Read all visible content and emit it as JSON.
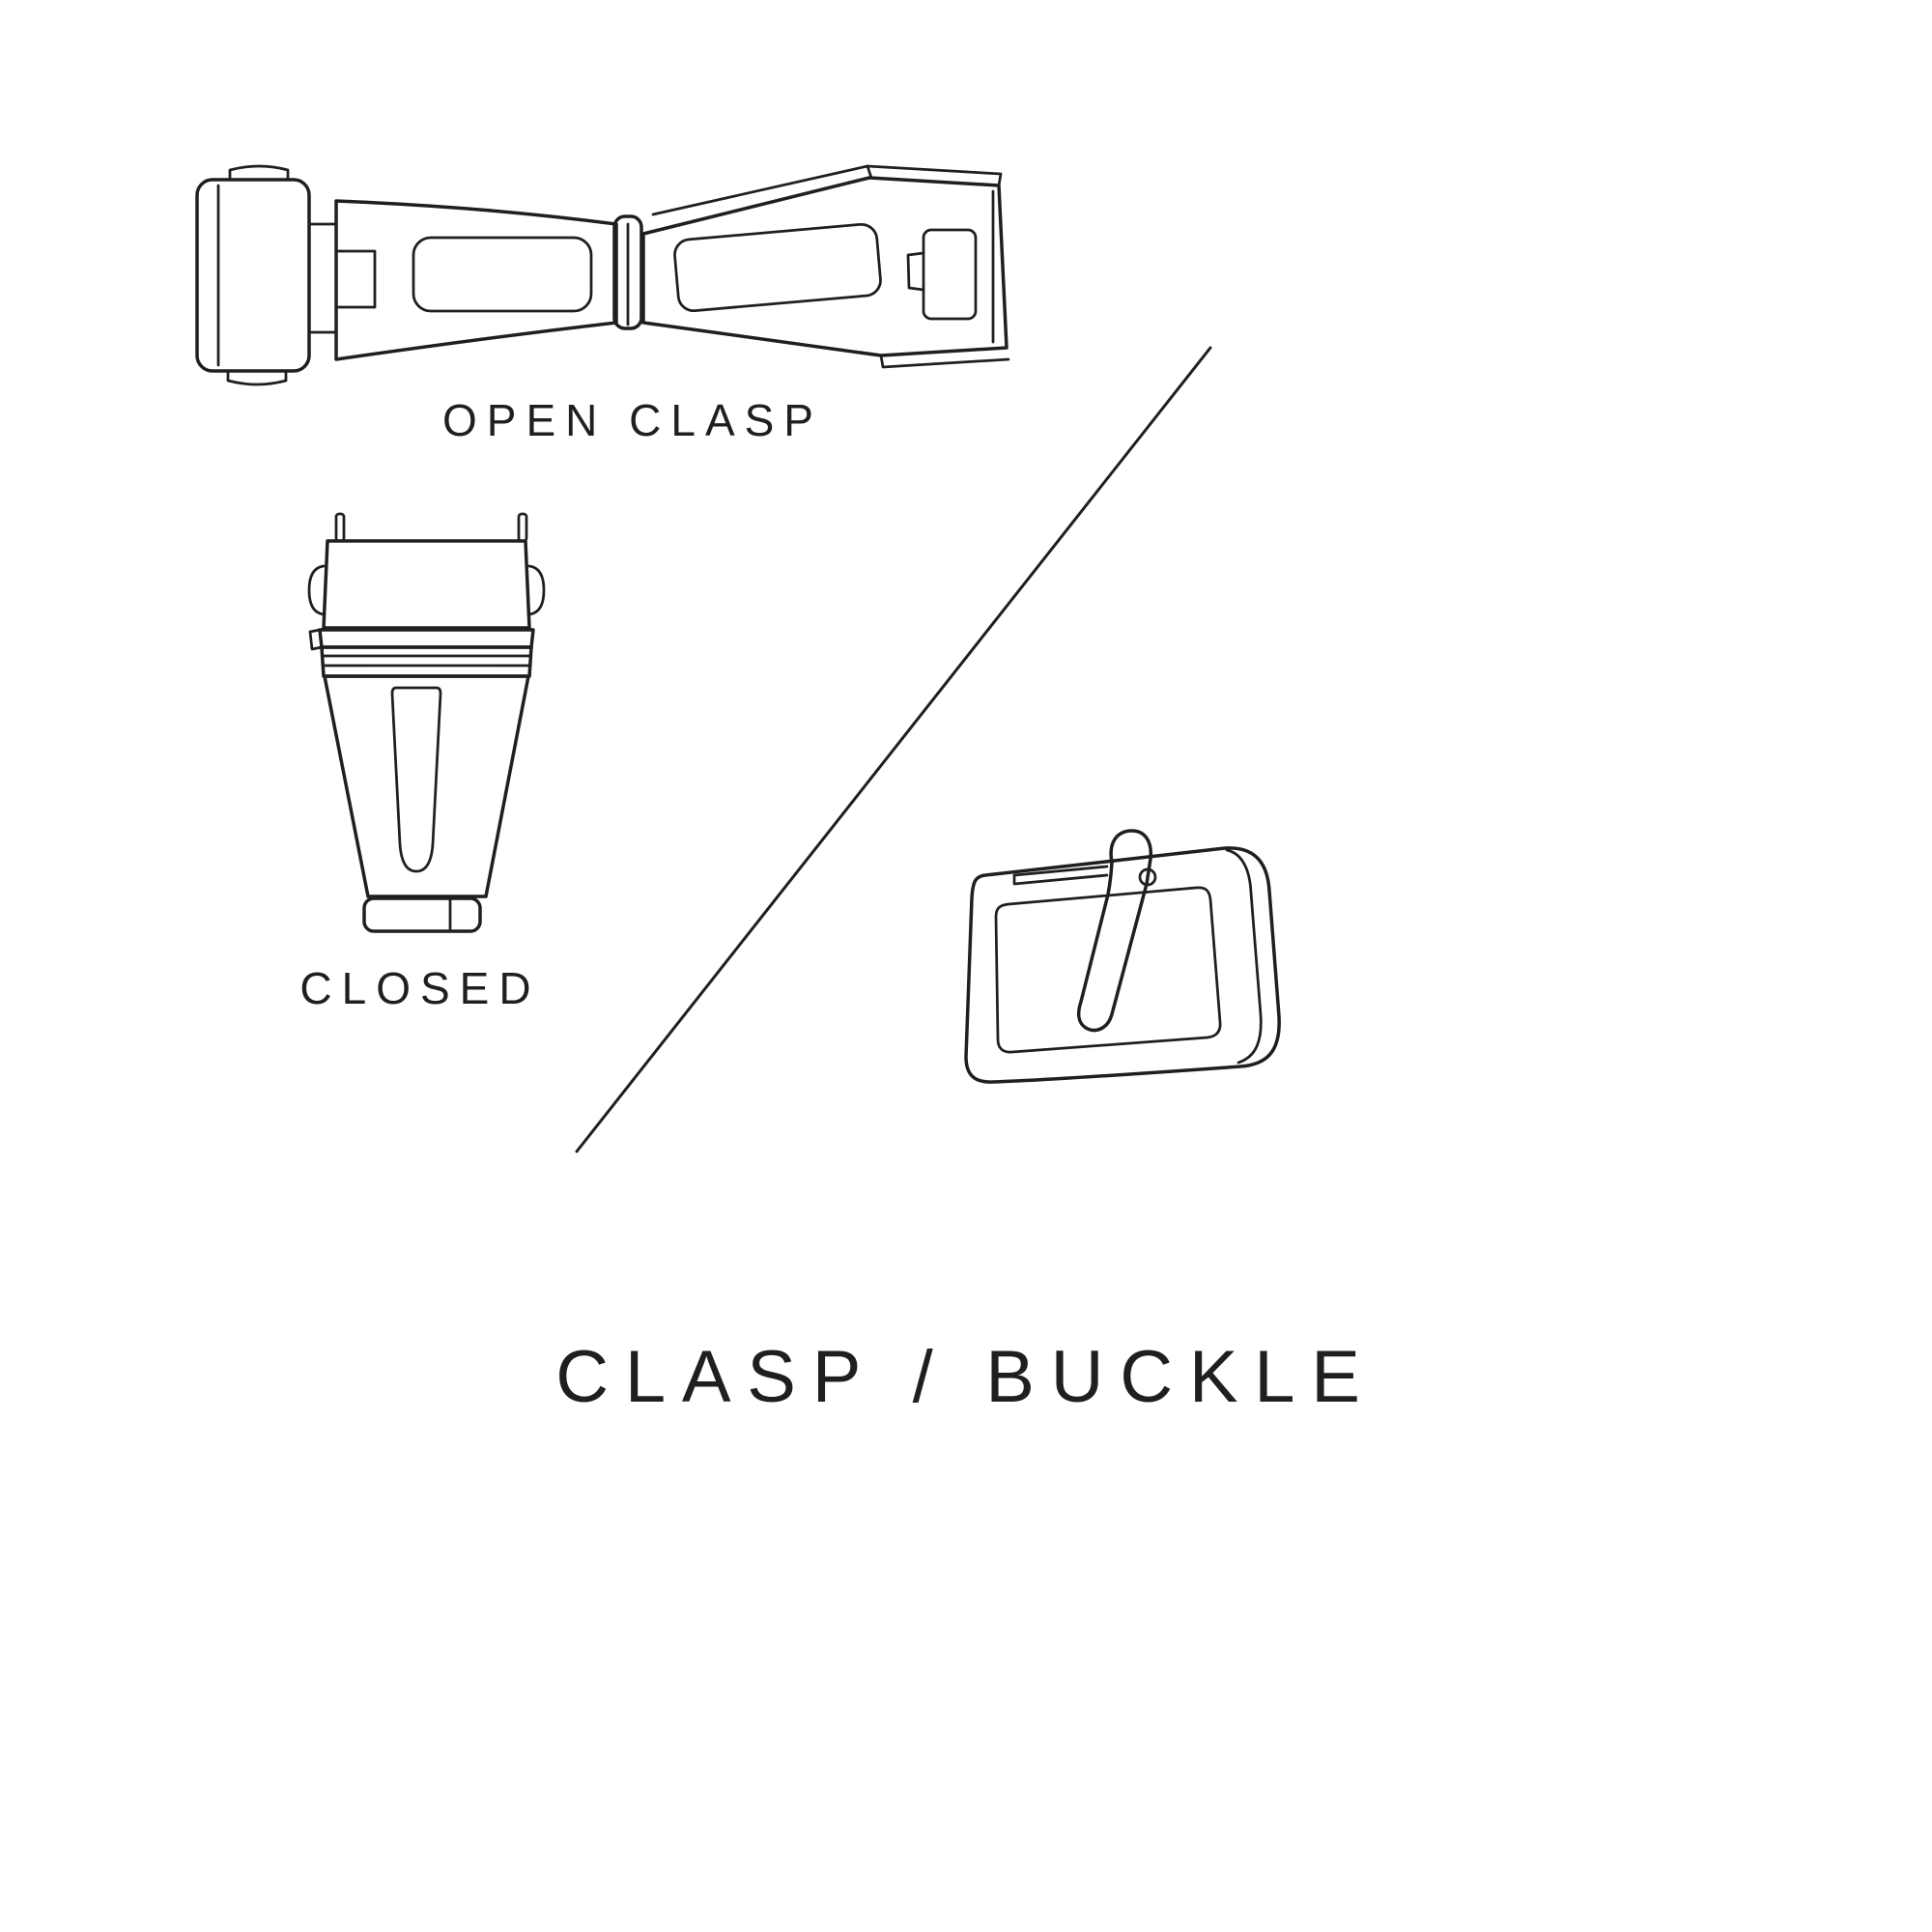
{
  "colors": {
    "background": "#ffffff",
    "ink": "#1f1f1f"
  },
  "diagram": {
    "title": "CLASP / BUCKLE",
    "labels": {
      "open_clasp": "OPEN CLASP",
      "closed": "CLOSED"
    }
  }
}
